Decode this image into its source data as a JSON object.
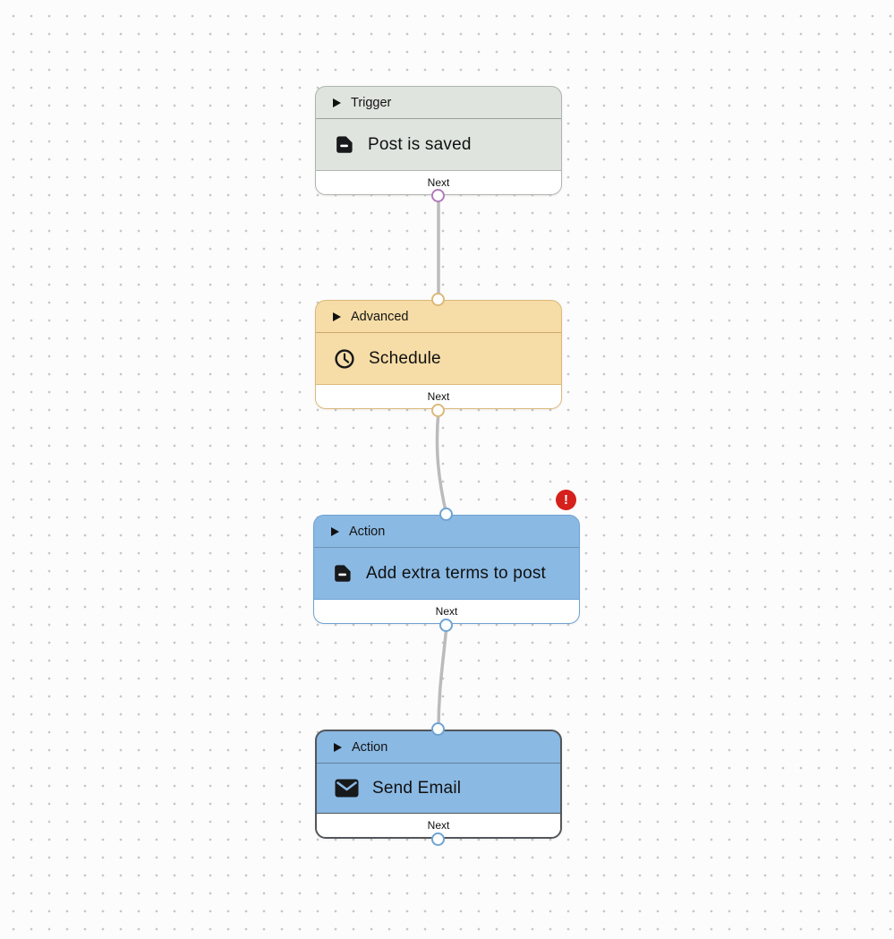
{
  "canvas": {
    "background": "#fcfcfc",
    "dot_color": "#c7c7c7",
    "edge_color": "#bbbbbb"
  },
  "nodes": [
    {
      "id": "trigger-post-is-saved",
      "category": "Trigger",
      "title": "Post is saved",
      "icon": "document-icon",
      "footer_label": "Next",
      "error": false,
      "selected": false,
      "colors": {
        "fill": "#dfe4df",
        "border": "#aeb4ae",
        "header_divider": "#9aa09a",
        "footer_divider": "#aeb4ae",
        "port": "#b07cba"
      }
    },
    {
      "id": "advanced-schedule",
      "category": "Advanced",
      "title": "Schedule",
      "icon": "clock-icon",
      "footer_label": "Next",
      "error": false,
      "selected": false,
      "colors": {
        "fill": "#f6dca6",
        "border": "#dcb97c",
        "header_divider": "#d0a866",
        "footer_divider": "#dcb97c",
        "port": "#dcb97c"
      }
    },
    {
      "id": "action-add-extra-terms",
      "category": "Action",
      "title": "Add extra terms to post",
      "icon": "document-icon",
      "footer_label": "Next",
      "error": true,
      "selected": false,
      "colors": {
        "fill": "#8ab9e3",
        "border": "#6fa3d3",
        "header_divider": "#6e94b6",
        "footer_divider": "#6fa3d3",
        "port": "#6fa3d3"
      }
    },
    {
      "id": "action-send-email",
      "category": "Action",
      "title": "Send Email",
      "icon": "mail-icon",
      "footer_label": "Next",
      "error": false,
      "selected": true,
      "colors": {
        "fill": "#8ab9e3",
        "border": "#53565a",
        "header_divider": "#64829c",
        "footer_divider": "#53565a",
        "port": "#6fa3d3"
      }
    }
  ],
  "error_badge": {
    "symbol": "!",
    "color": "#d6201c"
  }
}
